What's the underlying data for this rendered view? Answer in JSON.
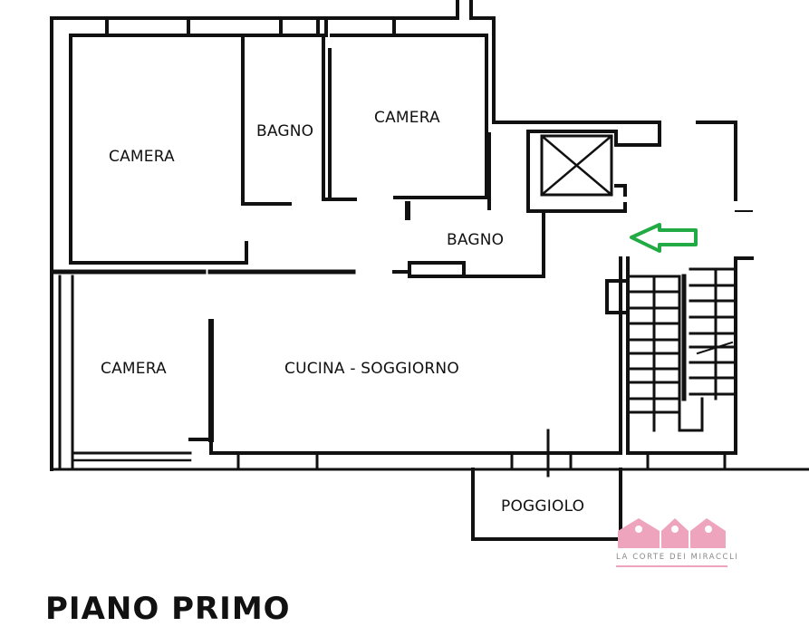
{
  "plan": {
    "title": "PIANO PRIMO",
    "rooms": [
      {
        "id": "camera-1",
        "label": "CAMERA"
      },
      {
        "id": "bagno-1",
        "label": "BAGNO"
      },
      {
        "id": "camera-2",
        "label": "CAMERA"
      },
      {
        "id": "bagno-2",
        "label": "BAGNO"
      },
      {
        "id": "camera-3",
        "label": "CAMERA"
      },
      {
        "id": "cucina-soggiorno",
        "label": "CUCINA - SOGGIORNO"
      },
      {
        "id": "poggiolo",
        "label": "POGGIOLO"
      }
    ],
    "entrance_arrow_color": "#22aa44",
    "wall_color": "#111111"
  },
  "watermark": {
    "text": "LA CORTE DEI MIRACCLI",
    "color": "#eea4bc"
  }
}
